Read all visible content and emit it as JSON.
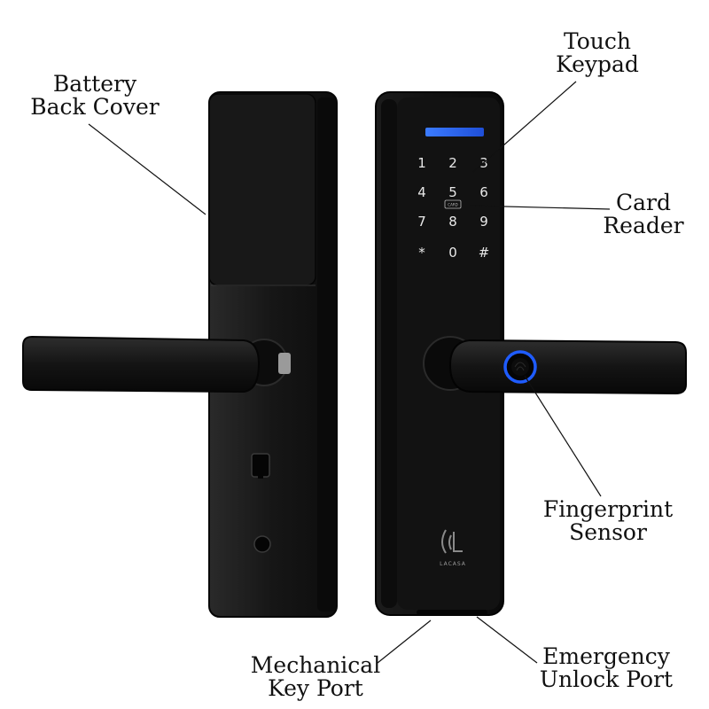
{
  "labels": {
    "battery_back_cover": [
      "Battery",
      "Back Cover"
    ],
    "touch_keypad": [
      "Touch",
      "Keypad"
    ],
    "card_reader": [
      "Card",
      "Reader"
    ],
    "fingerprint_sensor": [
      "Fingerprint",
      "Sensor"
    ],
    "mechanical_key_port": [
      "Mechanical",
      "Key Port"
    ],
    "emergency_unlock_port": [
      "Emergency",
      "Unlock Port"
    ]
  },
  "keypad": {
    "keys": [
      "1",
      "2",
      "3",
      "4",
      "5",
      "6",
      "7",
      "8",
      "9",
      "*",
      "0",
      "#"
    ],
    "card_icon_text": "CARD"
  },
  "brand": {
    "logo_text": "LACASA"
  },
  "colors": {
    "lock_body": "#141414",
    "keypad_light": "#2f6bff",
    "fingerprint_ring": "#1f5cff",
    "leader_line": "#111111"
  }
}
